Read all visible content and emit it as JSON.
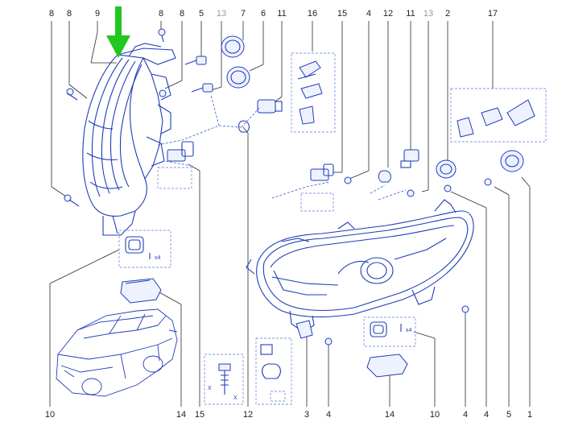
{
  "callouts": {
    "top": [
      "8",
      "8",
      "9",
      "8",
      "8",
      "5",
      "13",
      "7",
      "6",
      "11",
      "16",
      "15",
      "4",
      "12",
      "11",
      "13",
      "2",
      "17"
    ],
    "bottom": [
      "10",
      "14",
      "15",
      "12",
      "3",
      "4",
      "14",
      "10",
      "4",
      "4",
      "5",
      "1"
    ]
  },
  "labels": {
    "x4_a": "x4",
    "x4_b": "x4",
    "x_a": "X",
    "x_b": "X"
  },
  "colors": {
    "line_art": "#1f3db8",
    "arrow": "#22c722"
  },
  "icons": [
    "green-down-arrow-icon"
  ]
}
